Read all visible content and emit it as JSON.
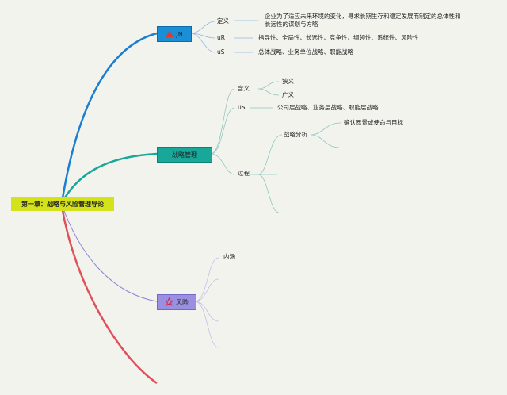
{
  "root": {
    "label": "第一章：战略与风险管理导论"
  },
  "branch1": {
    "label": "JN",
    "children": [
      {
        "label": "定义",
        "detail": "企业为了适应未来环境的变化，寻求长期生存和稳定发展而制定的总体性和长远性的谋划与方略"
      },
      {
        "label": "uR",
        "detail": "指导性、全局性、长远性、竞争性、纲领性、系统性、风险性"
      },
      {
        "label": "uS",
        "detail": "总体战略、业务单位战略、职能战略"
      }
    ]
  },
  "branch2": {
    "label": "战略管理",
    "meaning": {
      "label": "含义",
      "children": [
        "狭义",
        "广义"
      ]
    },
    "levels": {
      "label": "uS",
      "detail": "公司层战略、业务层战略、职能层战略"
    },
    "process": {
      "label": "过程",
      "analysis": {
        "label": "战略分析",
        "children": [
          "确认愿景或使命与目标"
        ]
      }
    }
  },
  "branch3": {
    "label": "风险",
    "children": [
      {
        "label": "内涵"
      }
    ]
  },
  "colors": {
    "root": "#d3e21a",
    "branch1": "#1a8fd6",
    "branch2": "#17a89a",
    "branch3": "#9a8fe0",
    "red_branch": "#e0505a"
  },
  "icons": [
    "warning-triangle-icon",
    "star-icon"
  ]
}
